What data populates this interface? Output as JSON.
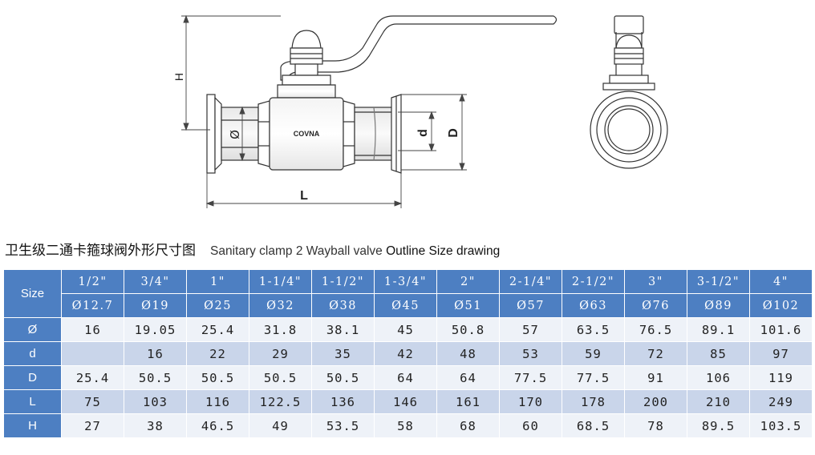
{
  "drawing": {
    "brand_label": "COVNA",
    "dim_labels": {
      "H": "H",
      "phi": "Ø",
      "d": "d",
      "D": "D",
      "L": "L"
    }
  },
  "caption": {
    "chinese": "卫生级二通卡箍球阀外形尺寸图",
    "english_part1": "Sanitary clamp 2 Wayball valve",
    "english_part2": "Outline Size drawing"
  },
  "table": {
    "size_label": "Size",
    "inch_sizes": [
      "1/2\"",
      "3/4\"",
      "1\"",
      "1-1/4\"",
      "1-1/2\"",
      "1-3/4\"",
      "2\"",
      "2-1/4\"",
      "2-1/2\"",
      "3\"",
      "3-1/2\"",
      "4\""
    ],
    "mm_sizes": [
      "Ø12.7",
      "Ø19",
      "Ø25",
      "Ø32",
      "Ø38",
      "Ø45",
      "Ø51",
      "Ø57",
      "Ø63",
      "Ø76",
      "Ø89",
      "Ø102"
    ],
    "rows": [
      {
        "label": "Ø",
        "values": [
          "16",
          "19.05",
          "25.4",
          "31.8",
          "38.1",
          "45",
          "50.8",
          "57",
          "63.5",
          "76.5",
          "89.1",
          "101.6"
        ]
      },
      {
        "label": "d",
        "values": [
          "",
          "16",
          "22",
          "29",
          "35",
          "42",
          "48",
          "53",
          "59",
          "72",
          "85",
          "97"
        ]
      },
      {
        "label": "D",
        "values": [
          "25.4",
          "50.5",
          "50.5",
          "50.5",
          "50.5",
          "64",
          "64",
          "77.5",
          "77.5",
          "91",
          "106",
          "119"
        ]
      },
      {
        "label": "L",
        "values": [
          "75",
          "103",
          "116",
          "122.5",
          "136",
          "146",
          "161",
          "170",
          "178",
          "200",
          "210",
          "249"
        ]
      },
      {
        "label": "H",
        "values": [
          "27",
          "38",
          "46.5",
          "49",
          "53.5",
          "58",
          "68",
          "60",
          "68.5",
          "78",
          "89.5",
          "103.5"
        ]
      }
    ]
  }
}
